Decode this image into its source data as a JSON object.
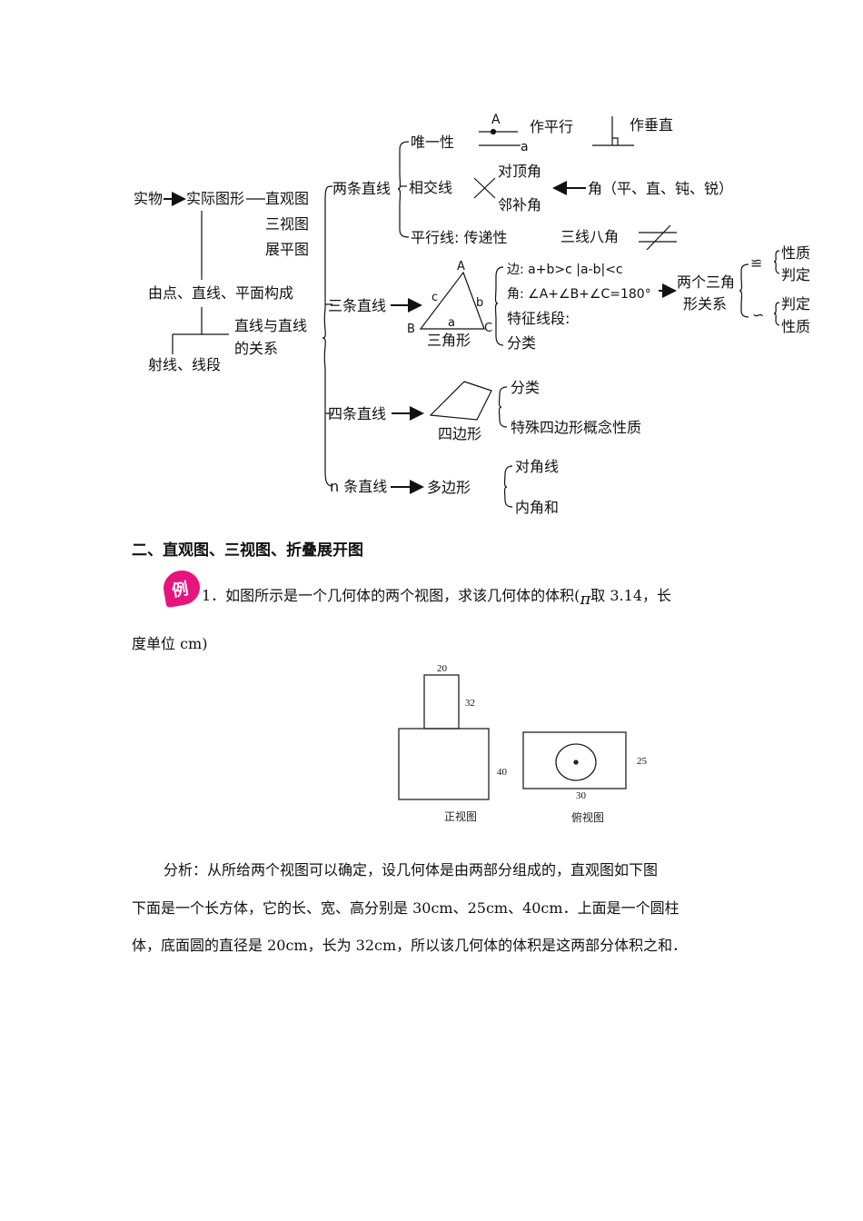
{
  "mindmap": {
    "shiwu": "实物",
    "shiji": "实际图形",
    "zhiguan": "直观图",
    "sanshi": "三视图",
    "zhanping": "展平图",
    "youdian": "由点、直线、平面构成",
    "shexian": "射线、线段",
    "zxyzx": "直线与直线",
    "deguanxi": "的关系",
    "two_lines": "两条直线",
    "three_lines": "三条直线",
    "four_lines": "四条直线",
    "n_lines": "n 条直线",
    "weiyi": "唯一性",
    "xiangjiao": "相交线",
    "pingxing": "平行线: 传递性",
    "point_A": "A",
    "point_a": "a",
    "zuopingxing": "作平行",
    "zuochuizhi": "作垂直",
    "duiding": "对顶角",
    "linbu": "邻补角",
    "jiao_types": "角（平、直、钝、锐）",
    "sanxian": "三线八角",
    "tri_A": "A",
    "tri_B": "B",
    "tri_C": "C",
    "tri_a": "a",
    "tri_b": "b",
    "tri_c": "c",
    "sanjiaoxing": "三角形",
    "bian": "边: a+b>c   |a-b|<c",
    "jiao": "角: ∠A+∠B+∠C=180°",
    "tezheng": "特征线段:",
    "fenlei1": "分类",
    "liangge1": "两个三角",
    "liangge2": "形关系",
    "cong": "≌",
    "sim": "∽",
    "xingzhi1": "性质",
    "panding1": "判定",
    "panding2": "判定",
    "xingzhi2": "性质",
    "sibianxing": "四边形",
    "fenlei2": "分类",
    "teshu": "特殊四边形概念性质",
    "duobianxing": "多边形",
    "duijiaoxian": "对角线",
    "neijiaohe": "内角和"
  },
  "section": {
    "title": "二、直观图、三视图、折叠展开图"
  },
  "example": {
    "badge": "例",
    "line1_a": "1．如图所示是一个几何体的两个视图，求该几何体的体积(",
    "pi": "π",
    "line1_b": "取 3.14，长",
    "line2": "度单位 cm)"
  },
  "figure": {
    "dim_20": "20",
    "dim_32": "32",
    "dim_40": "40",
    "dim_25": "25",
    "dim_30": "30",
    "front_caption": "正视图",
    "top_caption": "俯视图"
  },
  "analysis": {
    "p1": "分析：从所给两个视图可以确定，设几何体是由两部分组成的，直观图如下图",
    "p2": "下面是一个长方体，它的长、宽、高分别是 30cm、25cm、40cm．上面是一个圆柱",
    "p3": "体，底面圆的直径是 20cm，长为 32cm，所以该几何体的体积是这两部分体积之和．"
  }
}
